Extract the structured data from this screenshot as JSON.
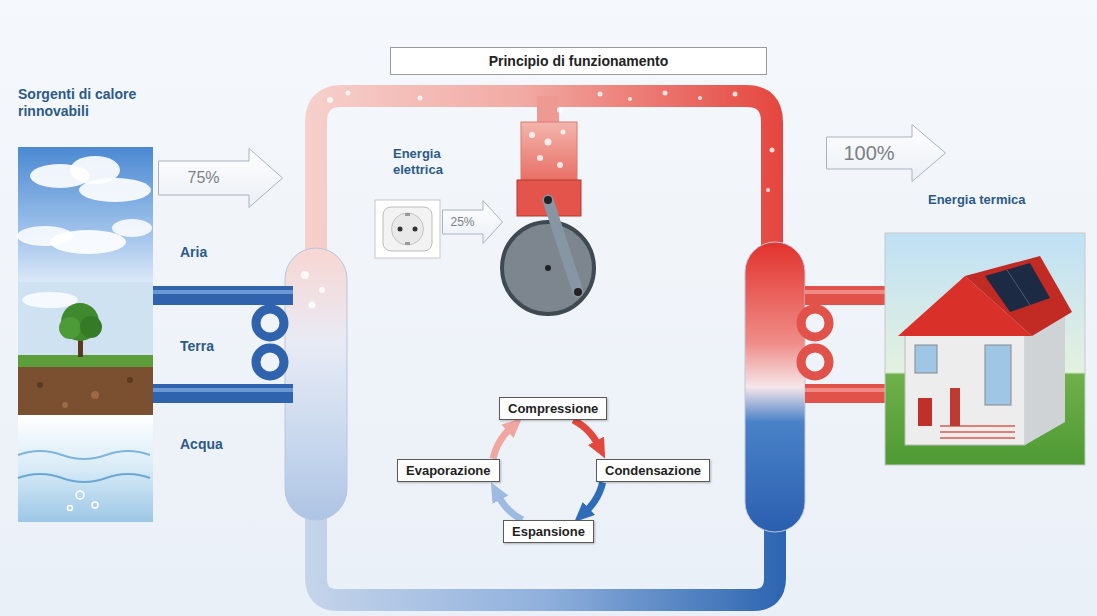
{
  "diagram": {
    "title": "Principio di funzionamento",
    "nodes": [
      {
        "text": [
          "75%"
        ]
      },
      {
        "text": [
          "25%"
        ]
      },
      {
        "text": [
          "100%"
        ]
      },
      {
        "text": [
          "Compressione"
        ]
      },
      {
        "text": [
          "Evaporazione"
        ]
      },
      {
        "text": [
          "Condensazione"
        ]
      },
      {
        "text": [
          "Espansione"
        ]
      }
    ],
    "edges": [
      {
        "from": 3,
        "to": 5,
        "arrow": "to"
      },
      {
        "from": 5,
        "to": 6,
        "arrow": "to"
      },
      {
        "from": 6,
        "to": 4,
        "arrow": "to"
      },
      {
        "from": 4,
        "to": 3,
        "arrow": "to"
      }
    ],
    "labels": [
      "Sorgenti di calore rinnovabili",
      "Energia elettrica",
      "Energia termica",
      "Aria",
      "Terra",
      "Acqua"
    ]
  }
}
